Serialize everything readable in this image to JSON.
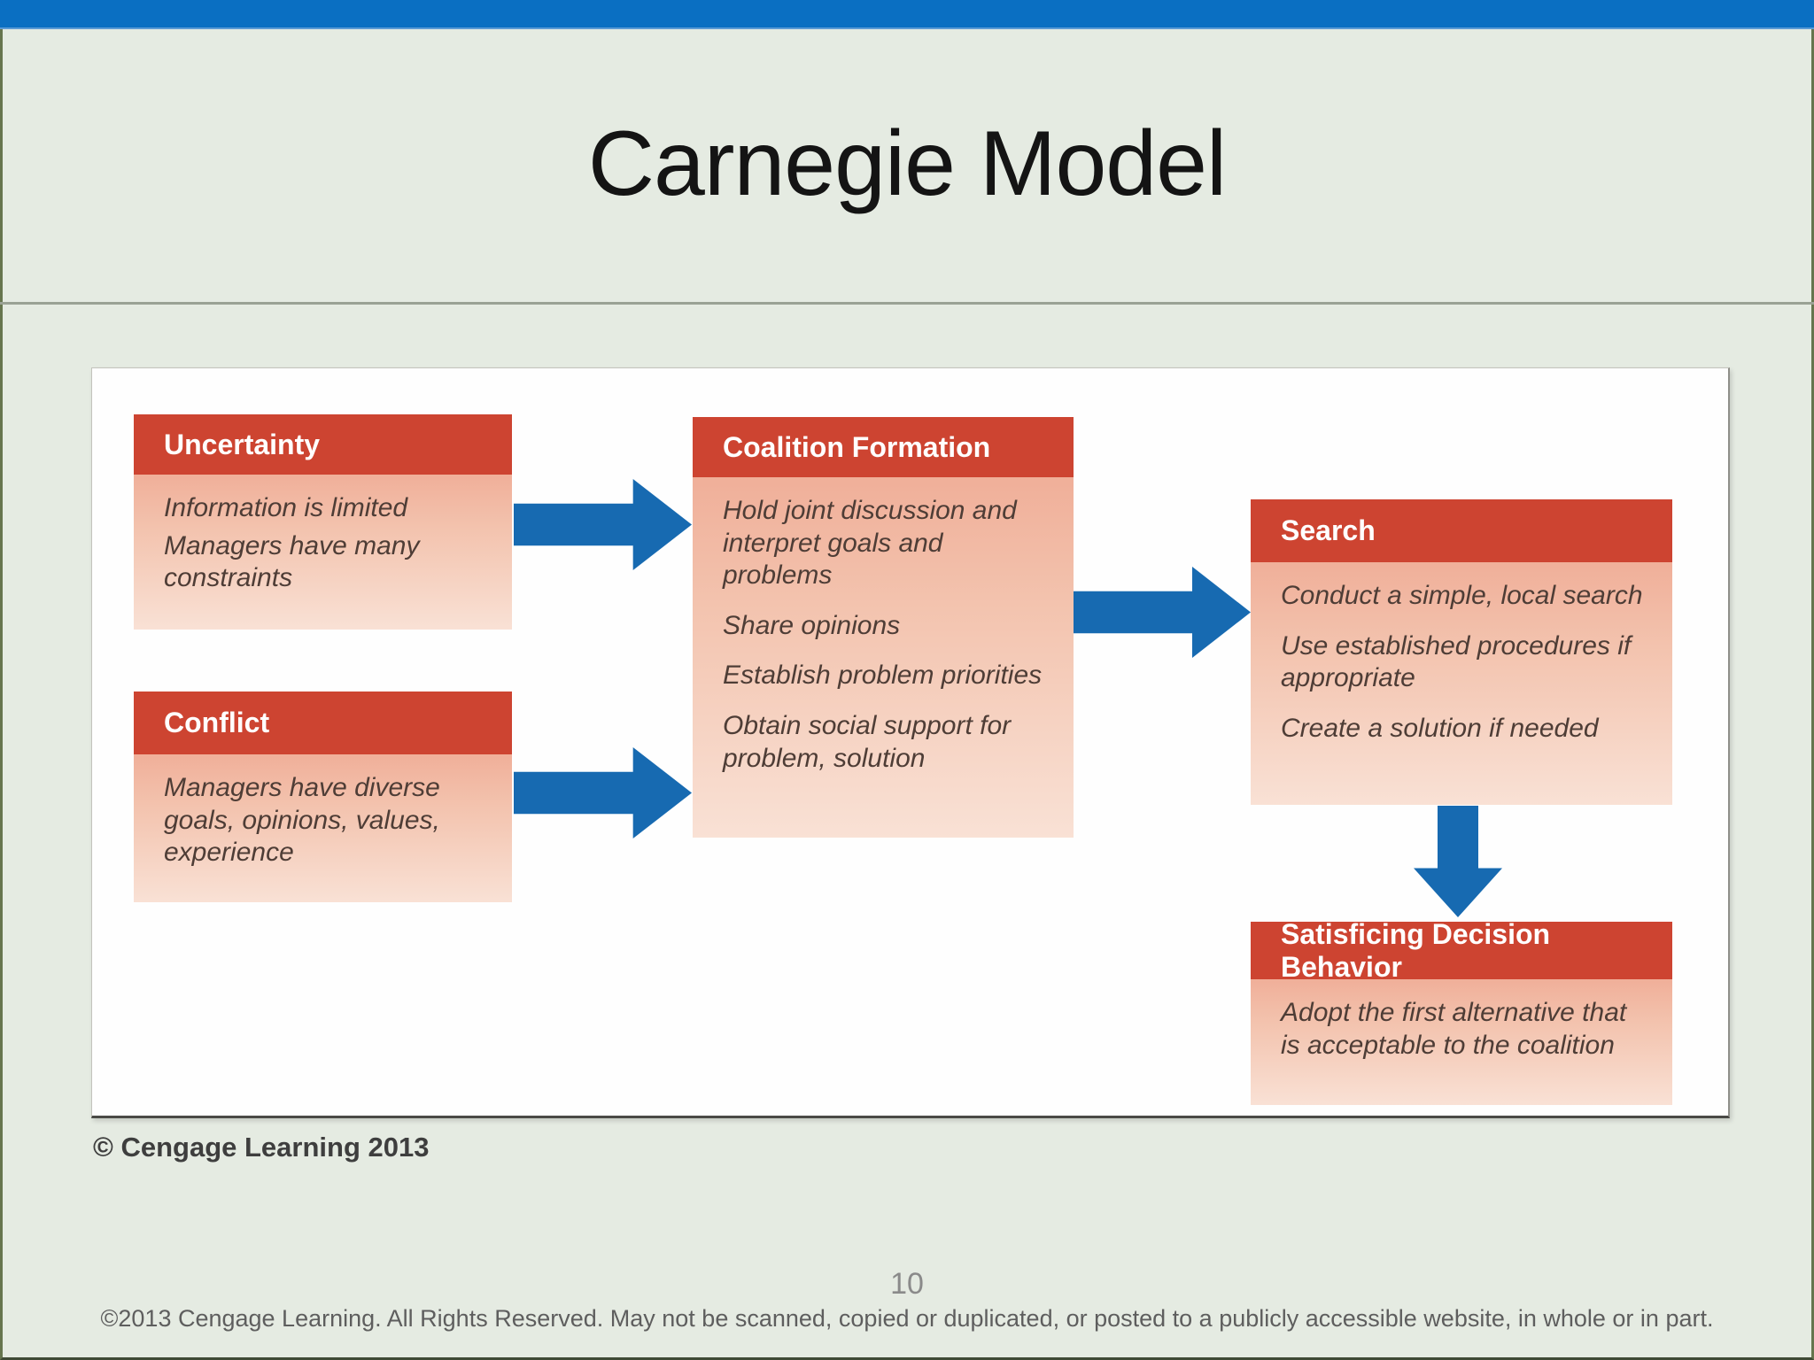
{
  "slide": {
    "title": "Carnegie Model",
    "credit": "© Cengage Learning 2013",
    "page_number": "10",
    "footer": "©2013 Cengage Learning. All Rights Reserved. May not be scanned, copied or duplicated, or posted to a publicly accessible website, in whole or in part."
  },
  "colors": {
    "top_bar": "#0a6fc2",
    "slide_bg": "#e5ebe2",
    "box_header_bg": "#cd4431",
    "box_header_text": "#ffffff",
    "box_body_top": "#f0af99",
    "box_body_bottom": "#f9e1d5",
    "arrow": "#176ab1",
    "body_text": "#4e3d36"
  },
  "diagram": {
    "boxes": [
      {
        "title": "Uncertainty",
        "items": [
          "Information is limited",
          "Managers have many constraints"
        ]
      },
      {
        "title": "Conflict",
        "items": [
          "Managers have diverse goals, opinions, values, experience"
        ]
      },
      {
        "title": "Coalition Formation",
        "items": [
          "Hold joint discussion and interpret goals and problems",
          "Share opinions",
          "Establish problem priorities",
          "Obtain social support for problem, solution"
        ]
      },
      {
        "title": "Search",
        "items": [
          "Conduct a simple, local search",
          "Use established procedures if appropriate",
          "Create a solution if needed"
        ]
      },
      {
        "title": "Satisficing Decision Behavior",
        "items": [
          "Adopt the first alternative that is acceptable to the coalition"
        ]
      }
    ],
    "arrows": [
      "uncertainty-to-coalition-formation",
      "conflict-to-coalition-formation",
      "coalition-formation-to-search",
      "search-to-satisficing-decision-behavior"
    ]
  }
}
